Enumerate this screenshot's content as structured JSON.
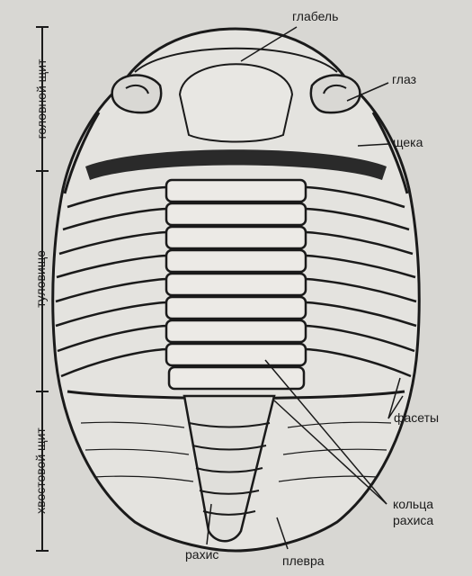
{
  "labels": {
    "glabella": "глабель",
    "eye": "глаз",
    "cheek": "щека",
    "facets": "фасеты",
    "axial_rings_line1": "кольца",
    "axial_rings_line2": "рахиса",
    "rachis": "рахис",
    "pleura": "плевра"
  },
  "sections": {
    "head_shield": "головной щит",
    "trunk": "туловище",
    "tail_shield": "хвостовой щит"
  },
  "colors": {
    "background": "#d8d7d3",
    "ink": "#1a1a1a",
    "shell_fill": "#e4e3df"
  }
}
